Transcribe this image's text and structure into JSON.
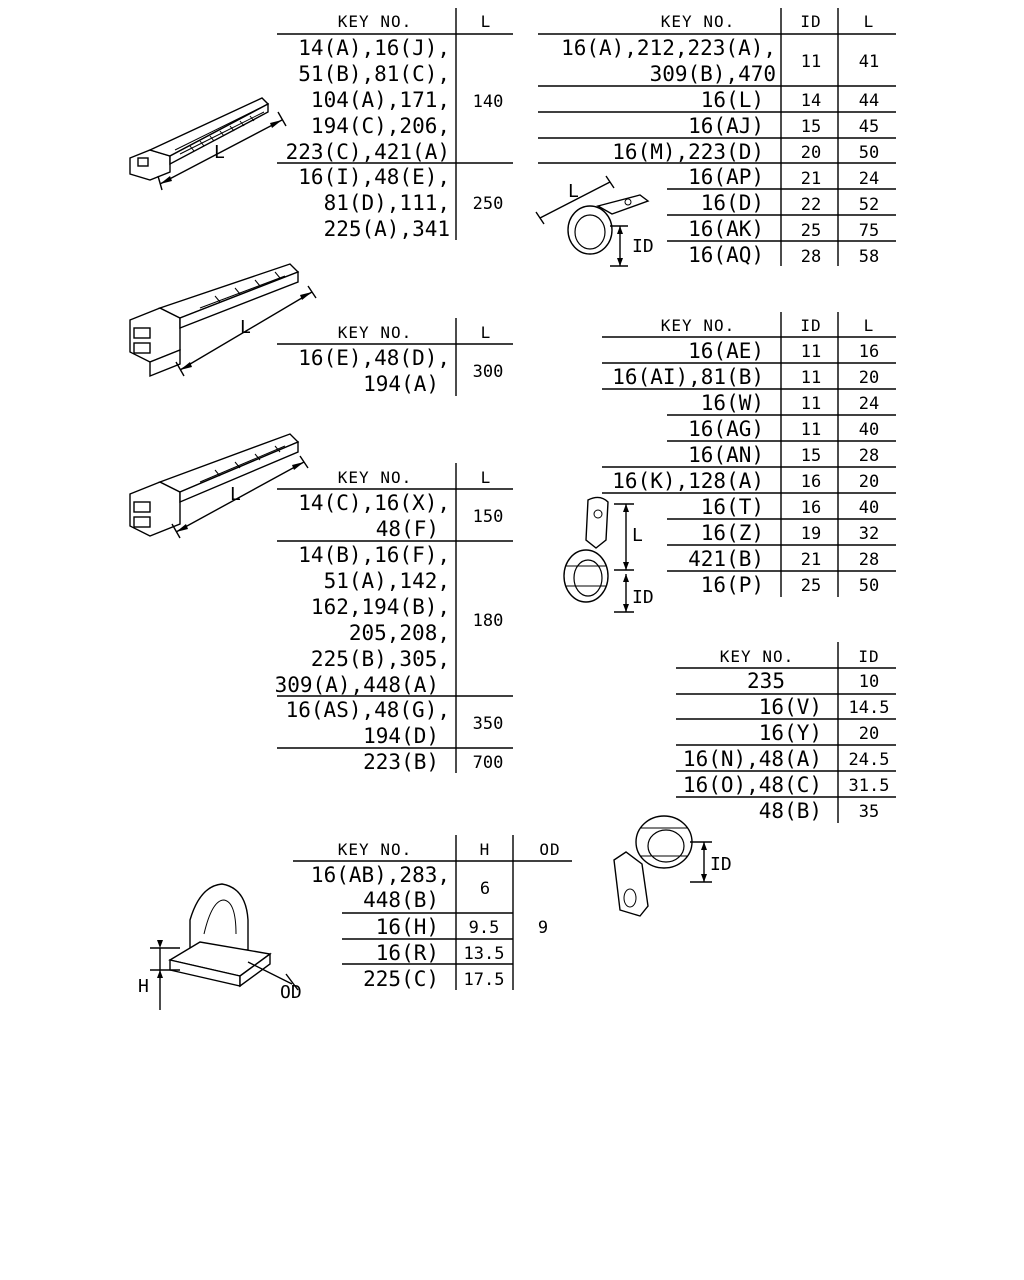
{
  "tables": {
    "t1": {
      "headers": [
        "KEY NO.",
        "L"
      ],
      "rows": [
        {
          "key_lines": [
            "14(A),16(J),",
            "51(B),81(C),",
            "104(A),171,",
            "194(C),206,",
            "223(C),421(A)"
          ],
          "L": "140"
        },
        {
          "key_lines": [
            "16(I),48(E),",
            "81(D),111,",
            "225(A),341"
          ],
          "L": "250"
        }
      ]
    },
    "t2": {
      "headers": [
        "KEY NO.",
        "ID",
        "L"
      ],
      "rows": [
        {
          "key_lines": [
            "16(A),212,223(A),",
            "309(B),470"
          ],
          "ID": "11",
          "L": "41"
        },
        {
          "key_lines": [
            "16(L)"
          ],
          "ID": "14",
          "L": "44"
        },
        {
          "key_lines": [
            "16(AJ)"
          ],
          "ID": "15",
          "L": "45"
        },
        {
          "key_lines": [
            "16(M),223(D)"
          ],
          "ID": "20",
          "L": "50"
        },
        {
          "key_lines": [
            "16(AP)"
          ],
          "ID": "21",
          "L": "24"
        },
        {
          "key_lines": [
            "16(D)"
          ],
          "ID": "22",
          "L": "52"
        },
        {
          "key_lines": [
            "16(AK)"
          ],
          "ID": "25",
          "L": "75"
        },
        {
          "key_lines": [
            "16(AQ)"
          ],
          "ID": "28",
          "L": "58"
        }
      ]
    },
    "t3": {
      "headers": [
        "KEY NO.",
        "L"
      ],
      "rows": [
        {
          "key_lines": [
            "16(E),48(D),",
            "194(A)"
          ],
          "L": "300"
        }
      ]
    },
    "t4": {
      "headers": [
        "KEY NO.",
        "ID",
        "L"
      ],
      "rows": [
        {
          "key_lines": [
            "16(AE)"
          ],
          "ID": "11",
          "L": "16"
        },
        {
          "key_lines": [
            "16(AI),81(B)"
          ],
          "ID": "11",
          "L": "20"
        },
        {
          "key_lines": [
            "16(W)"
          ],
          "ID": "11",
          "L": "24"
        },
        {
          "key_lines": [
            "16(AG)"
          ],
          "ID": "11",
          "L": "40"
        },
        {
          "key_lines": [
            "16(AN)"
          ],
          "ID": "15",
          "L": "28"
        },
        {
          "key_lines": [
            "16(K),128(A)"
          ],
          "ID": "16",
          "L": "20"
        },
        {
          "key_lines": [
            "16(T)"
          ],
          "ID": "16",
          "L": "40"
        },
        {
          "key_lines": [
            "16(Z)"
          ],
          "ID": "19",
          "L": "32"
        },
        {
          "key_lines": [
            "421(B)"
          ],
          "ID": "21",
          "L": "28"
        },
        {
          "key_lines": [
            "16(P)"
          ],
          "ID": "25",
          "L": "50"
        }
      ]
    },
    "t5": {
      "headers": [
        "KEY NO.",
        "L"
      ],
      "rows": [
        {
          "key_lines": [
            "14(C),16(X),",
            "48(F)"
          ],
          "L": "150"
        },
        {
          "key_lines": [
            "14(B),16(F),",
            "51(A),142,",
            "162,194(B),",
            "205,208,",
            "225(B),305,",
            "309(A),448(A)"
          ],
          "L": "180"
        },
        {
          "key_lines": [
            "16(AS),48(G),",
            "194(D)"
          ],
          "L": "350"
        },
        {
          "key_lines": [
            "223(B)"
          ],
          "L": "700"
        }
      ]
    },
    "t6": {
      "headers": [
        "KEY NO.",
        "ID"
      ],
      "rows": [
        {
          "key_lines": [
            "235"
          ],
          "ID": "10"
        },
        {
          "key_lines": [
            "16(V)"
          ],
          "ID": "14.5"
        },
        {
          "key_lines": [
            "16(Y)"
          ],
          "ID": "20"
        },
        {
          "key_lines": [
            "16(N),48(A)"
          ],
          "ID": "24.5"
        },
        {
          "key_lines": [
            "16(O),48(C)"
          ],
          "ID": "31.5"
        },
        {
          "key_lines": [
            "48(B)"
          ],
          "ID": "35"
        }
      ]
    },
    "t7": {
      "headers": [
        "KEY NO.",
        "H",
        "OD"
      ],
      "rows": [
        {
          "key_lines": [
            "16(AB),283,",
            "448(B)"
          ],
          "H": "6",
          "OD": ""
        },
        {
          "key_lines": [
            "16(H)"
          ],
          "H": "9.5",
          "OD": "9"
        },
        {
          "key_lines": [
            "16(R)"
          ],
          "H": "13.5",
          "OD": ""
        },
        {
          "key_lines": [
            "225(C)"
          ],
          "H": "17.5",
          "OD": ""
        }
      ]
    }
  },
  "dimension_labels": {
    "L": "L",
    "ID": "ID",
    "H": "H",
    "OD": "OD"
  }
}
